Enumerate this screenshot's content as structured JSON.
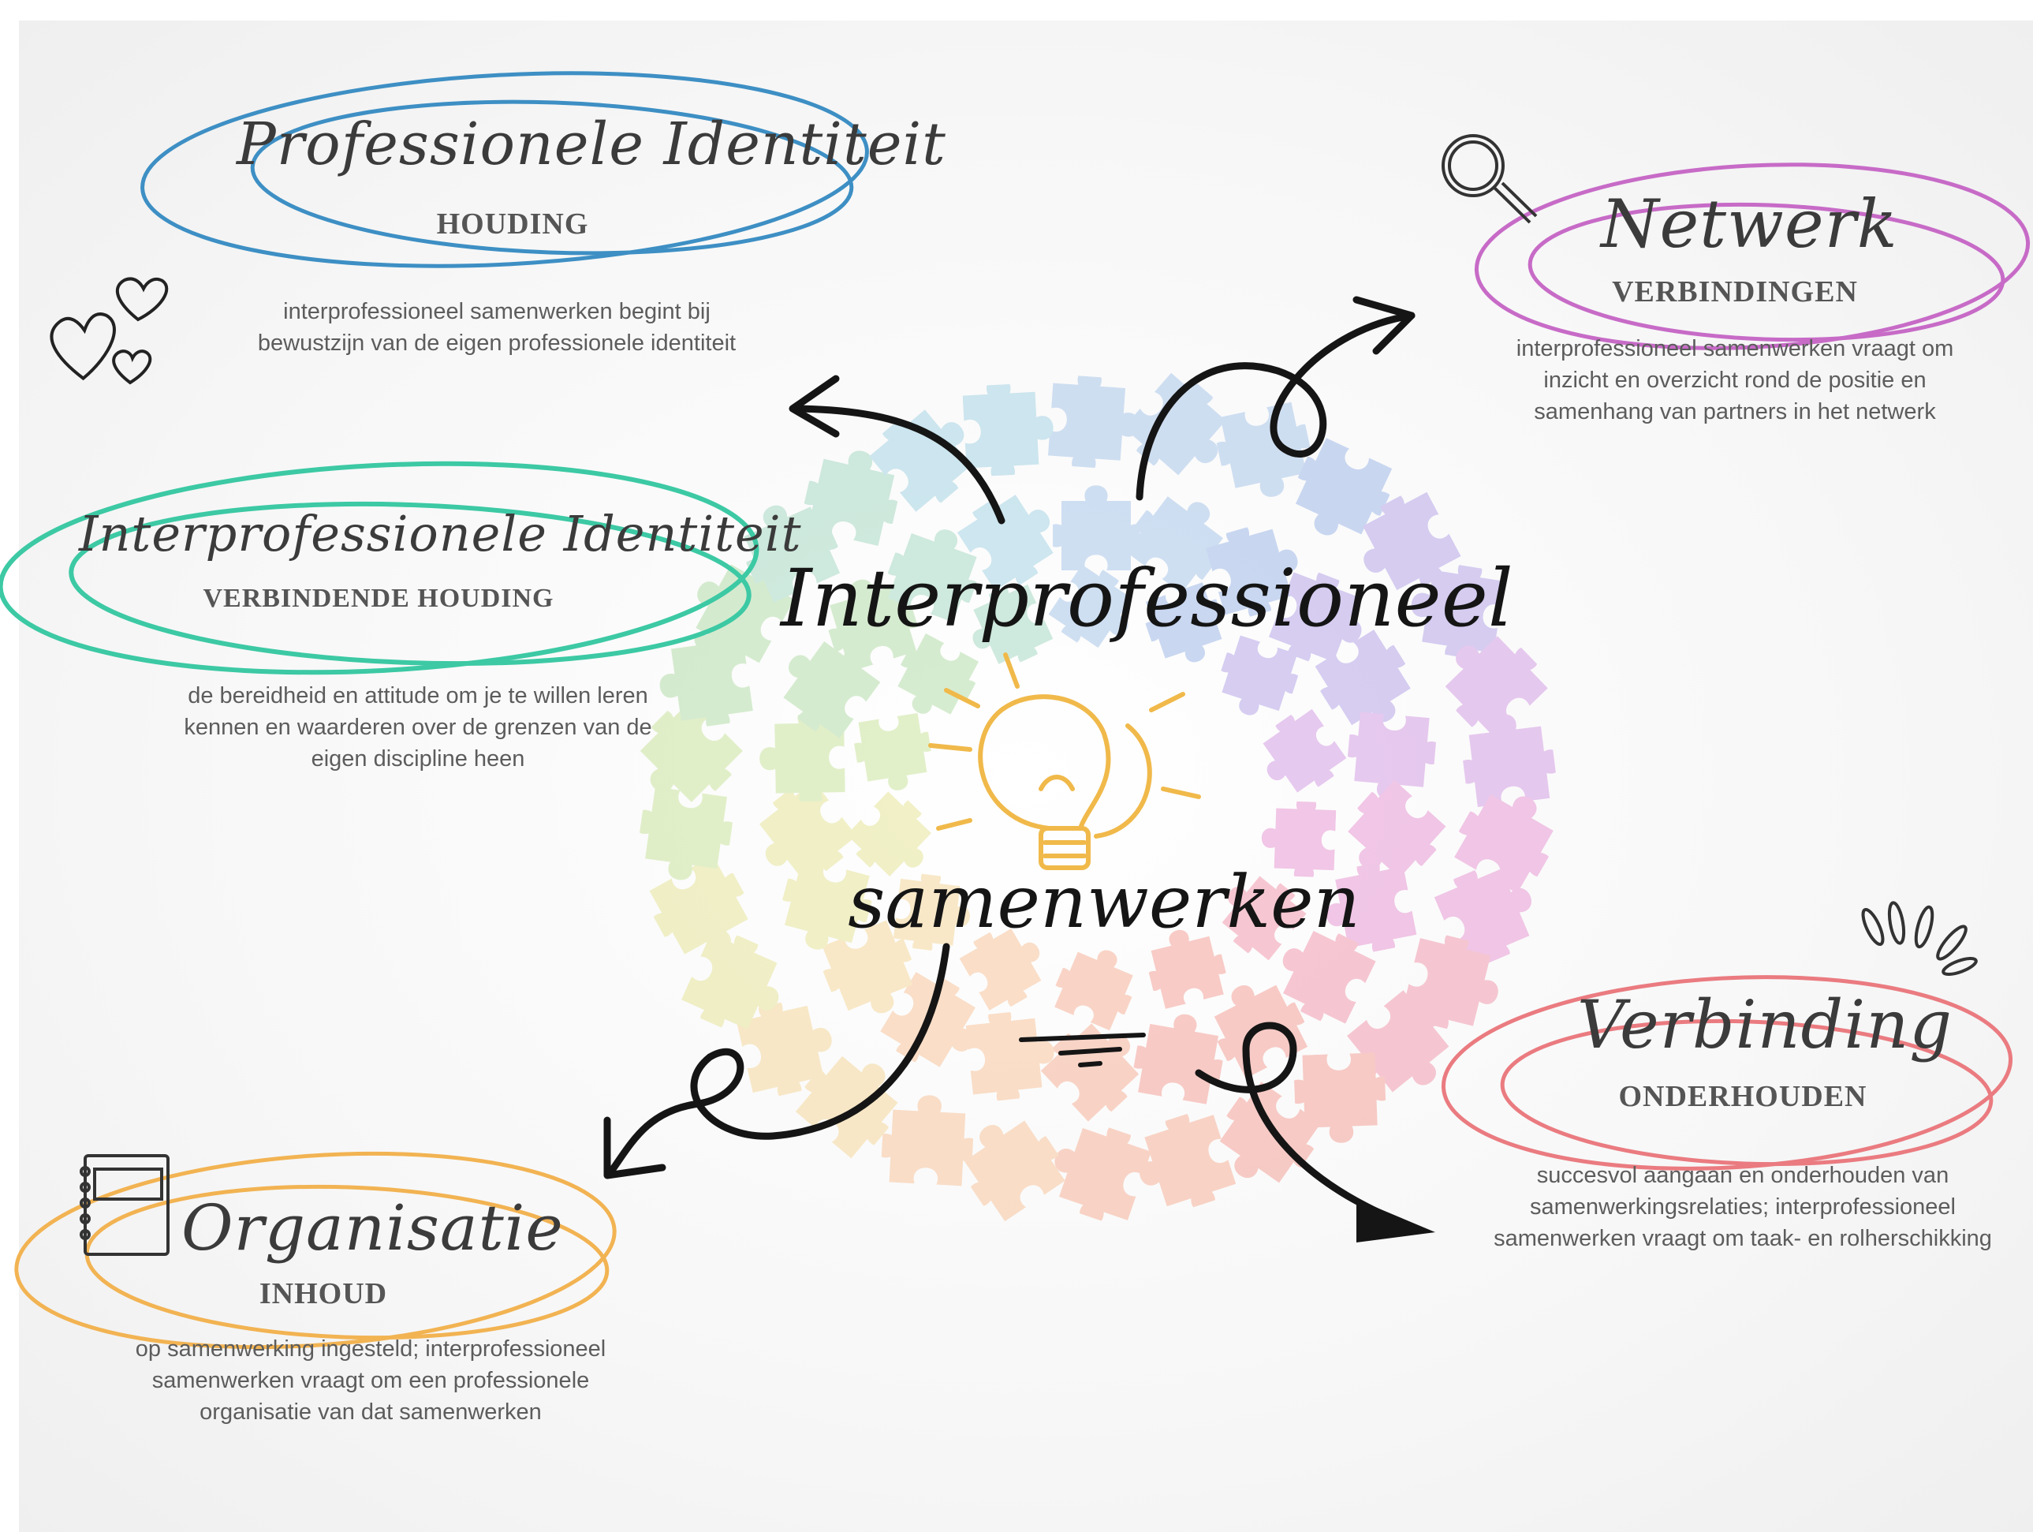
{
  "center": {
    "line1": "Interprofessioneel",
    "line2": "samenwerken"
  },
  "nodes": {
    "professionele": {
      "title": "Professionele Identiteit",
      "subtitle": "HOUDING",
      "description": "interprofessioneel samenwerken begint bij bewustzijn van de eigen professionele identiteit",
      "color": "#3d8fc4"
    },
    "interprofessionele": {
      "title": "Interprofessionele Identiteit",
      "subtitle": "VERBINDENDE HOUDING",
      "description": "de bereidheid en attitude om je te willen leren kennen en waarderen over de grenzen van de eigen discipline heen",
      "color": "#3cc9a4"
    },
    "organisatie": {
      "title": "Organisatie",
      "subtitle": "INHOUD",
      "description": "op samenwerking ingesteld; interprofessioneel samenwerken vraagt om een professionele organisatie van dat samenwerken",
      "color": "#f2b352"
    },
    "netwerk": {
      "title": "Netwerk",
      "subtitle": "VERBINDINGEN",
      "description": "interprofessioneel samenwerken vraagt om inzicht en overzicht rond de positie en samenhang van partners in het netwerk",
      "color": "#c76bc7"
    },
    "verbinding": {
      "title": "Verbinding",
      "subtitle": "ONDERHOUDEN",
      "description": "succesvol aangaan en onderhouden van samenwerkingsrelaties; interprofessioneel samenwerken vraagt om taak- en rolherschikking",
      "color": "#ea7b80"
    }
  },
  "icons": [
    "hearts-icon",
    "magnifier-icon",
    "notebook-icon",
    "lightbulb-icon",
    "burst-icon"
  ]
}
